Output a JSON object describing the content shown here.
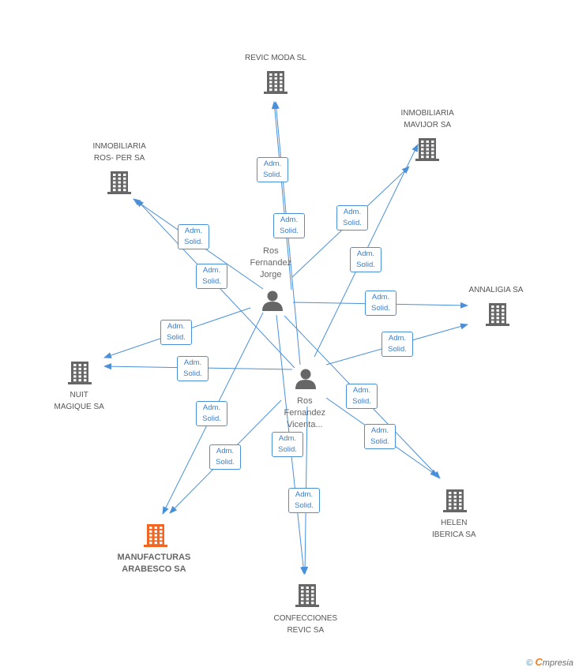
{
  "nodes": [
    {
      "id": "revic_moda",
      "type": "company",
      "lines": [
        "REVIC MODA SL"
      ],
      "highlight": false
    },
    {
      "id": "inmob_mavijor",
      "type": "company",
      "lines": [
        "INMOBILIARIA",
        "MAVIJOR SA"
      ],
      "highlight": false
    },
    {
      "id": "inmob_rosper",
      "type": "company",
      "lines": [
        "INMOBILIARIA",
        "ROS- PER SA"
      ],
      "highlight": false
    },
    {
      "id": "annaligia",
      "type": "company",
      "lines": [
        "ANNALIGIA SA"
      ],
      "highlight": false
    },
    {
      "id": "nuit_magique",
      "type": "company",
      "lines": [
        "NUIT",
        "MAGIQUE SA"
      ],
      "highlight": false
    },
    {
      "id": "helen_iberica",
      "type": "company",
      "lines": [
        "HELEN",
        "IBERICA SA"
      ],
      "highlight": false
    },
    {
      "id": "manufacturas",
      "type": "company",
      "lines": [
        "MANUFACTURAS",
        "ARABESCO SA"
      ],
      "highlight": true
    },
    {
      "id": "confecciones",
      "type": "company",
      "lines": [
        "CONFECCIONES",
        "REVIC SA"
      ],
      "highlight": false
    },
    {
      "id": "jorge",
      "type": "person",
      "lines": [
        "Ros",
        "Fernandez",
        "Jorge"
      ],
      "highlight": false
    },
    {
      "id": "vicenta",
      "type": "person",
      "lines": [
        "Ros",
        "Fernandez",
        "Vicenta..."
      ],
      "highlight": false
    }
  ],
  "edges": [
    {
      "from": "jorge",
      "to": "revic_moda",
      "label": [
        "Adm.",
        "Solid."
      ]
    },
    {
      "from": "vicenta",
      "to": "revic_moda",
      "label": [
        "Adm.",
        "Solid."
      ]
    },
    {
      "from": "jorge",
      "to": "inmob_mavijor",
      "label": [
        "Adm.",
        "Solid."
      ]
    },
    {
      "from": "vicenta",
      "to": "inmob_mavijor",
      "label": [
        "Adm.",
        "Solid."
      ]
    },
    {
      "from": "jorge",
      "to": "inmob_rosper",
      "label": [
        "Adm.",
        "Solid."
      ]
    },
    {
      "from": "vicenta",
      "to": "inmob_rosper",
      "label": [
        "Adm.",
        "Solid."
      ]
    },
    {
      "from": "jorge",
      "to": "annaligia",
      "label": [
        "Adm.",
        "Solid."
      ]
    },
    {
      "from": "vicenta",
      "to": "annaligia",
      "label": [
        "Adm.",
        "Solid."
      ]
    },
    {
      "from": "jorge",
      "to": "nuit_magique",
      "label": [
        "Adm.",
        "Solid."
      ]
    },
    {
      "from": "vicenta",
      "to": "nuit_magique",
      "label": [
        "Adm.",
        "Solid."
      ]
    },
    {
      "from": "jorge",
      "to": "helen_iberica",
      "label": [
        "Adm.",
        "Solid."
      ]
    },
    {
      "from": "vicenta",
      "to": "helen_iberica",
      "label": [
        "Adm.",
        "Solid."
      ]
    },
    {
      "from": "jorge",
      "to": "manufacturas",
      "label": [
        "Adm.",
        "Solid."
      ]
    },
    {
      "from": "vicenta",
      "to": "manufacturas",
      "label": [
        "Adm.",
        "Solid."
      ]
    },
    {
      "from": "jorge",
      "to": "confecciones",
      "label": [
        "Adm.",
        "Solid."
      ]
    },
    {
      "from": "vicenta",
      "to": "confecciones",
      "label": [
        "Adm.",
        "Solid."
      ]
    }
  ],
  "colors": {
    "edge": "#4a90d9",
    "company_icon": "#666666",
    "highlight_icon": "#f26522",
    "person_icon": "#666666"
  },
  "footer": {
    "copyright": "©",
    "brand_first": "C",
    "brand_rest": "mpresia"
  }
}
